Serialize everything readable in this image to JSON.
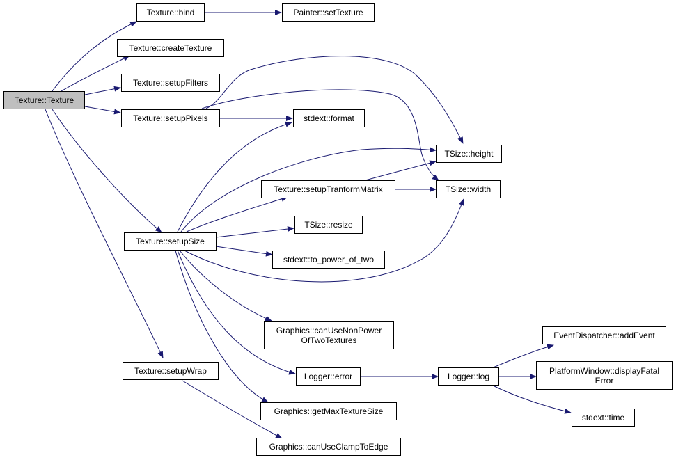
{
  "graph": {
    "edge_color": "#191970",
    "root_fill": "#bfbfbf",
    "nodes": {
      "texture_texture": "Texture::Texture",
      "texture_bind": "Texture::bind",
      "painter_settexture": "Painter::setTexture",
      "texture_createtexture": "Texture::createTexture",
      "texture_setupfilters": "Texture::setupFilters",
      "texture_setuppixels": "Texture::setupPixels",
      "stdext_format": "stdext::format",
      "tsize_height": "TSize::height",
      "texture_setuptranformmatrix": "Texture::setupTranformMatrix",
      "tsize_width": "TSize::width",
      "tsize_resize": "TSize::resize",
      "texture_setupsize": "Texture::setupSize",
      "stdext_to_power_of_two": "stdext::to_power_of_two",
      "graphics_canusenonpoweroftwotextures": "Graphics::canUseNonPower\nOfTwoTextures",
      "eventdispatcher_addevent": "EventDispatcher::addEvent",
      "platformwindow_displayfatalerror": "PlatformWindow::displayFatal\nError",
      "texture_setupwrap": "Texture::setupWrap",
      "logger_error": "Logger::error",
      "logger_log": "Logger::log",
      "stdext_time": "stdext::time",
      "graphics_getmaxtexturesize": "Graphics::getMaxTextureSize",
      "graphics_canuseclamptoedge": "Graphics::canUseClampToEdge"
    }
  }
}
